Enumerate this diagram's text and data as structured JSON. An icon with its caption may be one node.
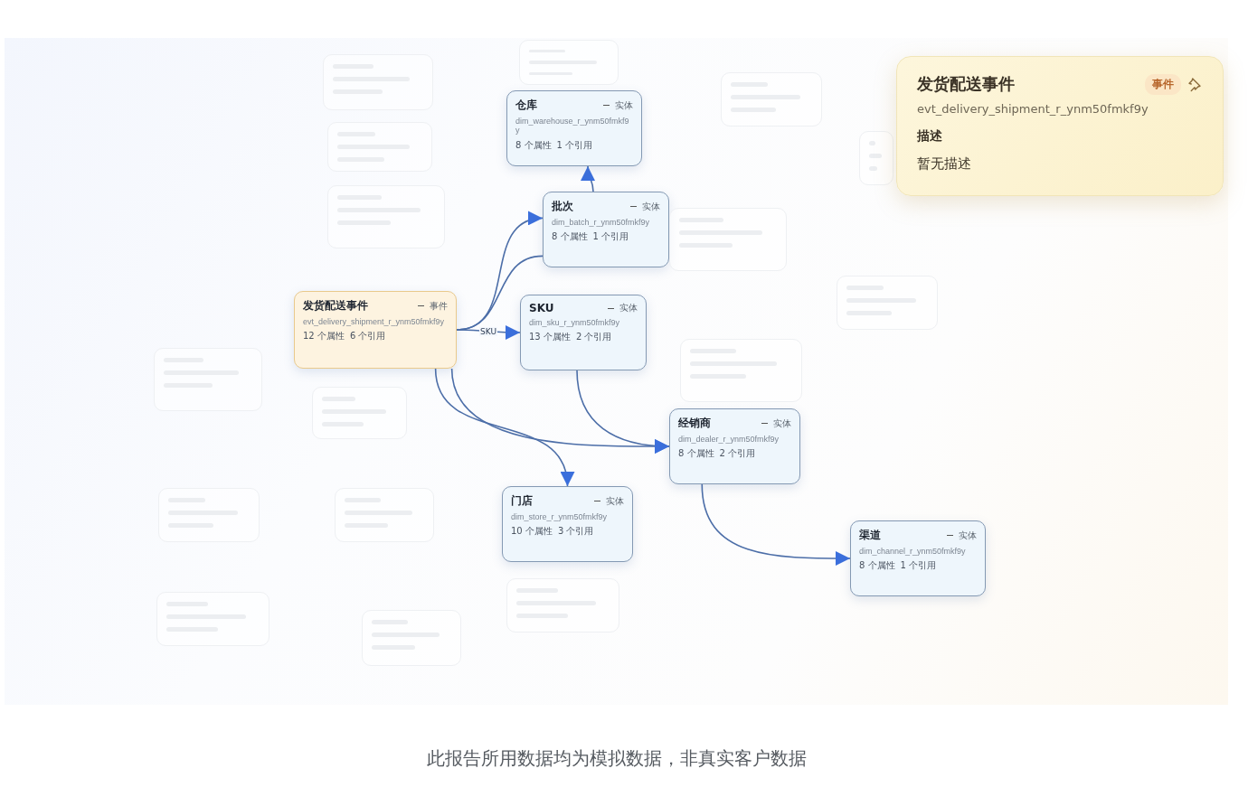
{
  "diagram": {
    "caption": "此报告所用数据均为模拟数据，非真实客户数据",
    "nodes": [
      {
        "text": [
          "发货配送事件",
          "事件",
          "evt_delivery_shipment_r_ynm50fmkf9y",
          "12 个属性",
          "6 个引用"
        ]
      },
      {
        "text": [
          "仓库",
          "实体",
          "dim_warehouse_r_ynm50fmkf9y",
          "8 个属性",
          "1 个引用"
        ]
      },
      {
        "text": [
          "批次",
          "实体",
          "dim_batch_r_ynm50fmkf9y",
          "8 个属性",
          "1 个引用"
        ]
      },
      {
        "text": [
          "SKU",
          "实体",
          "dim_sku_r_ynm50fmkf9y",
          "13 个属性",
          "2 个引用"
        ]
      },
      {
        "text": [
          "经销商",
          "实体",
          "dim_dealer_r_ynm50fmkf9y",
          "8 个属性",
          "2 个引用"
        ]
      },
      {
        "text": [
          "门店",
          "实体",
          "dim_store_r_ynm50fmkf9y",
          "10 个属性",
          "3 个引用"
        ]
      },
      {
        "text": [
          "渠道",
          "实体",
          "dim_channel_r_ynm50fmkf9y",
          "8 个属性",
          "1 个引用"
        ]
      },
      {
        "text": [
          "发货配送事件",
          "事件",
          "evt_delivery_shipment_r_ynm50fmkf9y",
          "描述",
          "暂无描述"
        ]
      },
      {
        "text": [],
        "shape": "box"
      },
      {
        "text": [],
        "shape": "box"
      },
      {
        "text": [],
        "shape": "box"
      },
      {
        "text": [],
        "shape": "box"
      },
      {
        "text": [],
        "shape": "box"
      },
      {
        "text": [],
        "shape": "box"
      },
      {
        "text": [],
        "shape": "box"
      },
      {
        "text": [],
        "shape": "box"
      },
      {
        "text": [],
        "shape": "box"
      },
      {
        "text": [],
        "shape": "box"
      },
      {
        "text": [],
        "shape": "box"
      },
      {
        "text": [],
        "shape": "box"
      },
      {
        "text": [],
        "shape": "box"
      },
      {
        "text": [],
        "shape": "box"
      },
      {
        "text": [],
        "shape": "box"
      },
      {
        "text": [],
        "shape": "box"
      }
    ],
    "edges": [
      {
        "from": 0,
        "to": 2,
        "arrow": "to"
      },
      {
        "from": 0,
        "to": 2,
        "arrow": "none"
      },
      {
        "from": 0,
        "to": 3,
        "arrow": "to",
        "label": "SKU"
      },
      {
        "from": 2,
        "to": 1,
        "arrow": "to"
      },
      {
        "from": 0,
        "to": 4,
        "arrow": "to"
      },
      {
        "from": 3,
        "to": 4,
        "arrow": "to"
      },
      {
        "from": 0,
        "to": 5,
        "arrow": "to"
      },
      {
        "from": 4,
        "to": 6,
        "arrow": "to"
      }
    ]
  }
}
